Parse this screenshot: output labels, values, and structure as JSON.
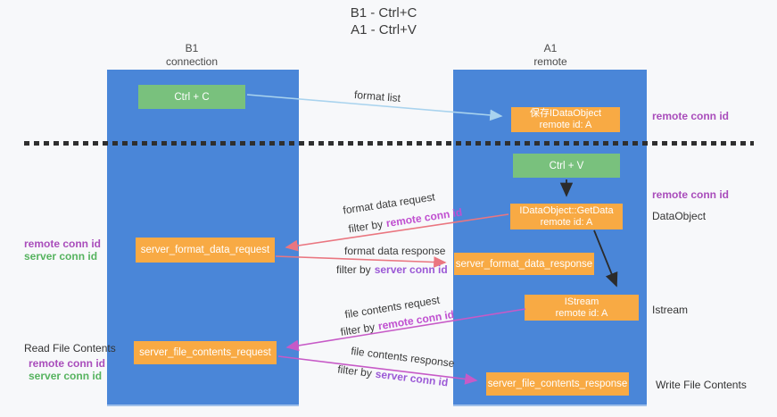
{
  "title": {
    "line1": "B1 - Ctrl+C",
    "line2": "A1 - Ctrl+V"
  },
  "columns": {
    "left": {
      "header_line1": "B1",
      "header_line2": "connection"
    },
    "right": {
      "header_line1": "A1",
      "header_line2": "remote"
    }
  },
  "boxes": {
    "ctrl_c": "Ctrl + C",
    "ctrl_v": "Ctrl + V",
    "save_dataobject": {
      "line1": "保存IDataObject",
      "line2": "remote id: A"
    },
    "getdata": {
      "line1": "IDataObject::GetData",
      "line2": "remote id: A"
    },
    "istream": {
      "line1": "IStream",
      "line2": "remote id: A"
    },
    "format_request": "server_format_data_request",
    "format_response": "server_format_data_response",
    "file_request": "server_file_contents_request",
    "file_response": "server_file_contents_response"
  },
  "side_labels": {
    "right_remote_conn_id_top": "remote conn id",
    "right_remote_conn_id_mid": "remote conn id",
    "right_dataobject": "DataObject",
    "right_istream": "Istream",
    "right_write_file": "Write File Contents",
    "left_remote_conn_id_mid": "remote conn id",
    "left_server_conn_id_mid": "server conn id",
    "left_read_file": "Read File Contents",
    "left_remote_conn_id_bottom": "remote conn id",
    "left_server_conn_id_bottom": "server conn id"
  },
  "arrow_labels": {
    "format_list": "format list",
    "format_data_request": "format data request",
    "format_data_response": "format data response",
    "file_contents_request": "file contents request",
    "file_contents_response": "file contents response",
    "filter_by": "filter by",
    "remote_conn_id": "remote conn id",
    "server_conn_id": "server conn id"
  },
  "colors": {
    "column_blue": "#4a86d8",
    "box_green": "#79c17d",
    "box_orange": "#f8aa44",
    "arrow_lightblue": "#a9d3ee",
    "arrow_salmon": "#ea7680",
    "arrow_magenta": "#c75ac7",
    "arrow_black": "#2b2b2b",
    "label_purple": "#a94dbb",
    "label_green": "#56b35f",
    "filter_remote_purple": "#c050d0",
    "filter_server_purple": "#9b59d6"
  }
}
